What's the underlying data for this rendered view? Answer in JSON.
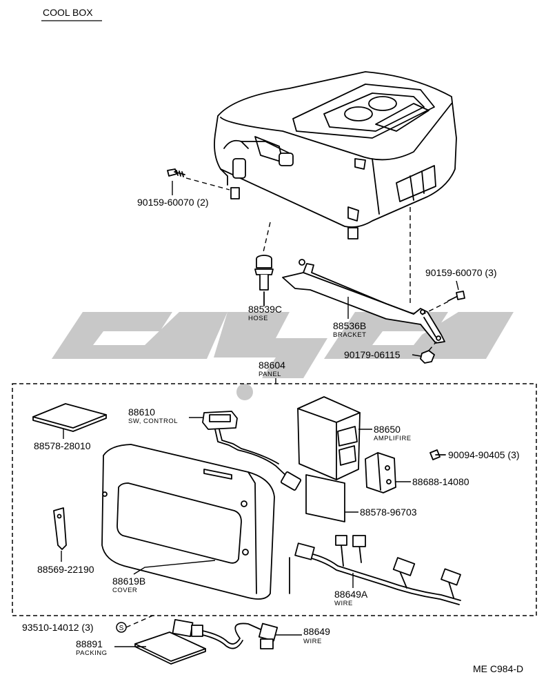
{
  "title": "COOL BOX",
  "diagram_code": "ME C984-D",
  "callouts": [
    {
      "id": "c-90159-2",
      "part_no": "90159-60070 (2)",
      "desc": ""
    },
    {
      "id": "c-88539c",
      "part_no": "88539C",
      "desc": "HOSE"
    },
    {
      "id": "c-88536b",
      "part_no": "88536B",
      "desc": "BRACKET"
    },
    {
      "id": "c-90159-3",
      "part_no": "90159-60070 (3)",
      "desc": ""
    },
    {
      "id": "c-90179",
      "part_no": "90179-06115",
      "desc": ""
    },
    {
      "id": "c-88604",
      "part_no": "88604",
      "desc": "PANEL"
    },
    {
      "id": "c-88610",
      "part_no": "88610",
      "desc": "SW, CONTROL"
    },
    {
      "id": "c-88578-28010",
      "part_no": "88578-28010",
      "desc": ""
    },
    {
      "id": "c-88650",
      "part_no": "88650",
      "desc": "AMPLIFIRE"
    },
    {
      "id": "c-90094",
      "part_no": "90094-90405 (3)",
      "desc": ""
    },
    {
      "id": "c-88688",
      "part_no": "88688-14080",
      "desc": ""
    },
    {
      "id": "c-88578-96703",
      "part_no": "88578-96703",
      "desc": ""
    },
    {
      "id": "c-88569",
      "part_no": "88569-22190",
      "desc": ""
    },
    {
      "id": "c-88619b",
      "part_no": "88619B",
      "desc": "COVER"
    },
    {
      "id": "c-88649a",
      "part_no": "88649A",
      "desc": "WIRE"
    },
    {
      "id": "c-93510",
      "part_no": "93510-14012 (3)",
      "desc": ""
    },
    {
      "id": "c-88649",
      "part_no": "88649",
      "desc": "WIRE"
    },
    {
      "id": "c-88891",
      "part_no": "88891",
      "desc": "PACKING"
    }
  ],
  "symbols": {
    "screw_marker": "S"
  },
  "colors": {
    "ink": "#000000",
    "watermark": "#c8c8c8",
    "paper": "#ffffff"
  }
}
